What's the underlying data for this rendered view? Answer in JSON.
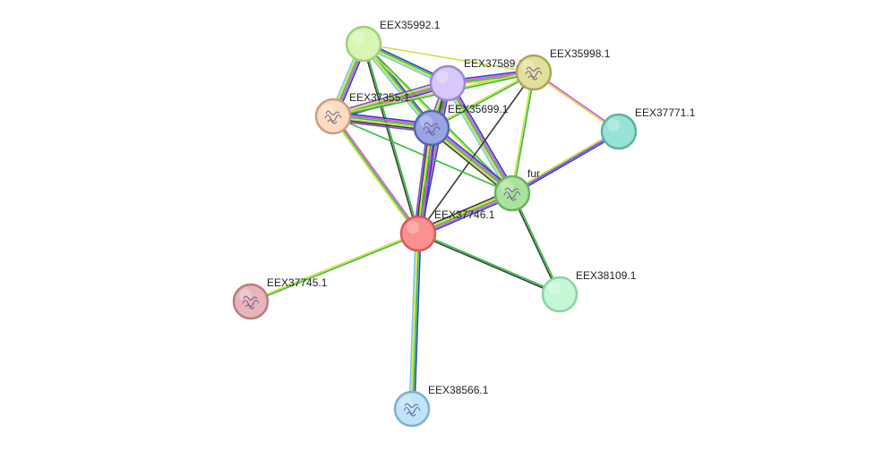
{
  "network": {
    "colors": {
      "evidence": [
        "#2e3ec9",
        "#e04bd7",
        "#2fbd3a",
        "#d4de3c",
        "#3a3a3a",
        "#73c7e8",
        "#7d4ad8"
      ]
    },
    "nodes": [
      {
        "id": "EEX35992.1",
        "label": "EEX35992.1",
        "fill": "#d9f5b3",
        "stroke": "#a4cc7c",
        "icon": "none"
      },
      {
        "id": "EEX37589.1",
        "label": "EEX37589.1",
        "fill": "#d8c8f7",
        "stroke": "#9d86d9",
        "icon": "none"
      },
      {
        "id": "EEX35998.1",
        "label": "EEX35998.1",
        "fill": "#e3e09c",
        "stroke": "#a9a660",
        "icon": "protein-structure-icon"
      },
      {
        "id": "EEX37355.1",
        "label": "EEX37355.1",
        "fill": "#fbdcc2",
        "stroke": "#c9a07c",
        "icon": "protein-structure-icon"
      },
      {
        "id": "EEX35699.1",
        "label": "EEX35699.1",
        "fill": "#98a5e3",
        "stroke": "#5963b0",
        "icon": "protein-structure-icon"
      },
      {
        "id": "EEX37771.1",
        "label": "EEX37771.1",
        "fill": "#98e3d6",
        "stroke": "#5fb2a4",
        "icon": "none"
      },
      {
        "id": "fur",
        "label": "fur",
        "fill": "#a8e39c",
        "stroke": "#6fb060",
        "icon": "protein-structure-icon"
      },
      {
        "id": "EEX37746.1",
        "label": "EEX37746.1",
        "fill": "#fc9090",
        "stroke": "#d15c5c",
        "icon": "none"
      },
      {
        "id": "EEX37745.1",
        "label": "EEX37745.1",
        "fill": "#e8b4bb",
        "stroke": "#b87d86",
        "icon": "protein-structure-icon"
      },
      {
        "id": "EEX38109.1",
        "label": "EEX38109.1",
        "fill": "#c4f7d6",
        "stroke": "#8bd3a4",
        "icon": "none"
      },
      {
        "id": "EEX38566.1",
        "label": "EEX38566.1",
        "fill": "#bfe4f7",
        "stroke": "#7fb1cf",
        "icon": "protein-structure-icon"
      }
    ],
    "edges": [
      {
        "source": "EEX35992.1",
        "target": "EEX37355.1",
        "evidence": [
          0,
          1,
          2,
          3,
          5
        ]
      },
      {
        "source": "EEX35992.1",
        "target": "EEX35699.1",
        "evidence": [
          0,
          2,
          3,
          5
        ]
      },
      {
        "source": "EEX35992.1",
        "target": "EEX37589.1",
        "evidence": [
          0,
          2,
          3,
          5
        ]
      },
      {
        "source": "EEX35992.1",
        "target": "EEX35998.1",
        "evidence": [
          3
        ]
      },
      {
        "source": "EEX35992.1",
        "target": "EEX37746.1",
        "evidence": [
          2,
          4
        ]
      },
      {
        "source": "EEX35992.1",
        "target": "fur",
        "evidence": [
          2,
          3
        ]
      },
      {
        "source": "EEX37589.1",
        "target": "EEX37355.1",
        "evidence": [
          0,
          1,
          2,
          3,
          6
        ]
      },
      {
        "source": "EEX37589.1",
        "target": "EEX35699.1",
        "evidence": [
          0,
          1,
          2,
          3,
          6
        ]
      },
      {
        "source": "EEX37589.1",
        "target": "EEX35998.1",
        "evidence": [
          0,
          1,
          2,
          3
        ]
      },
      {
        "source": "EEX37589.1",
        "target": "EEX37746.1",
        "evidence": [
          0,
          1,
          2,
          4
        ]
      },
      {
        "source": "EEX37589.1",
        "target": "fur",
        "evidence": [
          0,
          1,
          2,
          3,
          5
        ]
      },
      {
        "source": "EEX35998.1",
        "target": "EEX35699.1",
        "evidence": [
          2,
          3
        ]
      },
      {
        "source": "EEX35998.1",
        "target": "EEX37355.1",
        "evidence": [
          2,
          3
        ]
      },
      {
        "source": "EEX35998.1",
        "target": "fur",
        "evidence": [
          2,
          3
        ]
      },
      {
        "source": "EEX35998.1",
        "target": "EEX37771.1",
        "evidence": [
          1,
          3
        ]
      },
      {
        "source": "EEX35998.1",
        "target": "EEX37746.1",
        "evidence": [
          4
        ]
      },
      {
        "source": "EEX37355.1",
        "target": "EEX35699.1",
        "evidence": [
          0,
          1,
          2,
          3,
          4,
          6
        ]
      },
      {
        "source": "EEX37355.1",
        "target": "EEX37746.1",
        "evidence": [
          1,
          2,
          3
        ]
      },
      {
        "source": "EEX37355.1",
        "target": "fur",
        "evidence": [
          2
        ]
      },
      {
        "source": "EEX35699.1",
        "target": "EEX37746.1",
        "evidence": [
          0,
          1,
          2,
          3,
          4,
          6
        ]
      },
      {
        "source": "EEX35699.1",
        "target": "fur",
        "evidence": [
          0,
          1,
          2,
          3,
          4
        ]
      },
      {
        "source": "EEX37771.1",
        "target": "fur",
        "evidence": [
          0,
          6,
          3
        ]
      },
      {
        "source": "fur",
        "target": "EEX37746.1",
        "evidence": [
          0,
          1,
          2,
          3,
          4
        ]
      },
      {
        "source": "fur",
        "target": "EEX38109.1",
        "evidence": [
          2,
          4
        ]
      },
      {
        "source": "EEX37746.1",
        "target": "EEX38109.1",
        "evidence": [
          2,
          4
        ]
      },
      {
        "source": "EEX37746.1",
        "target": "EEX37745.1",
        "evidence": [
          2,
          3
        ]
      },
      {
        "source": "EEX37746.1",
        "target": "EEX38566.1",
        "evidence": [
          0,
          2,
          3,
          5
        ]
      }
    ]
  }
}
